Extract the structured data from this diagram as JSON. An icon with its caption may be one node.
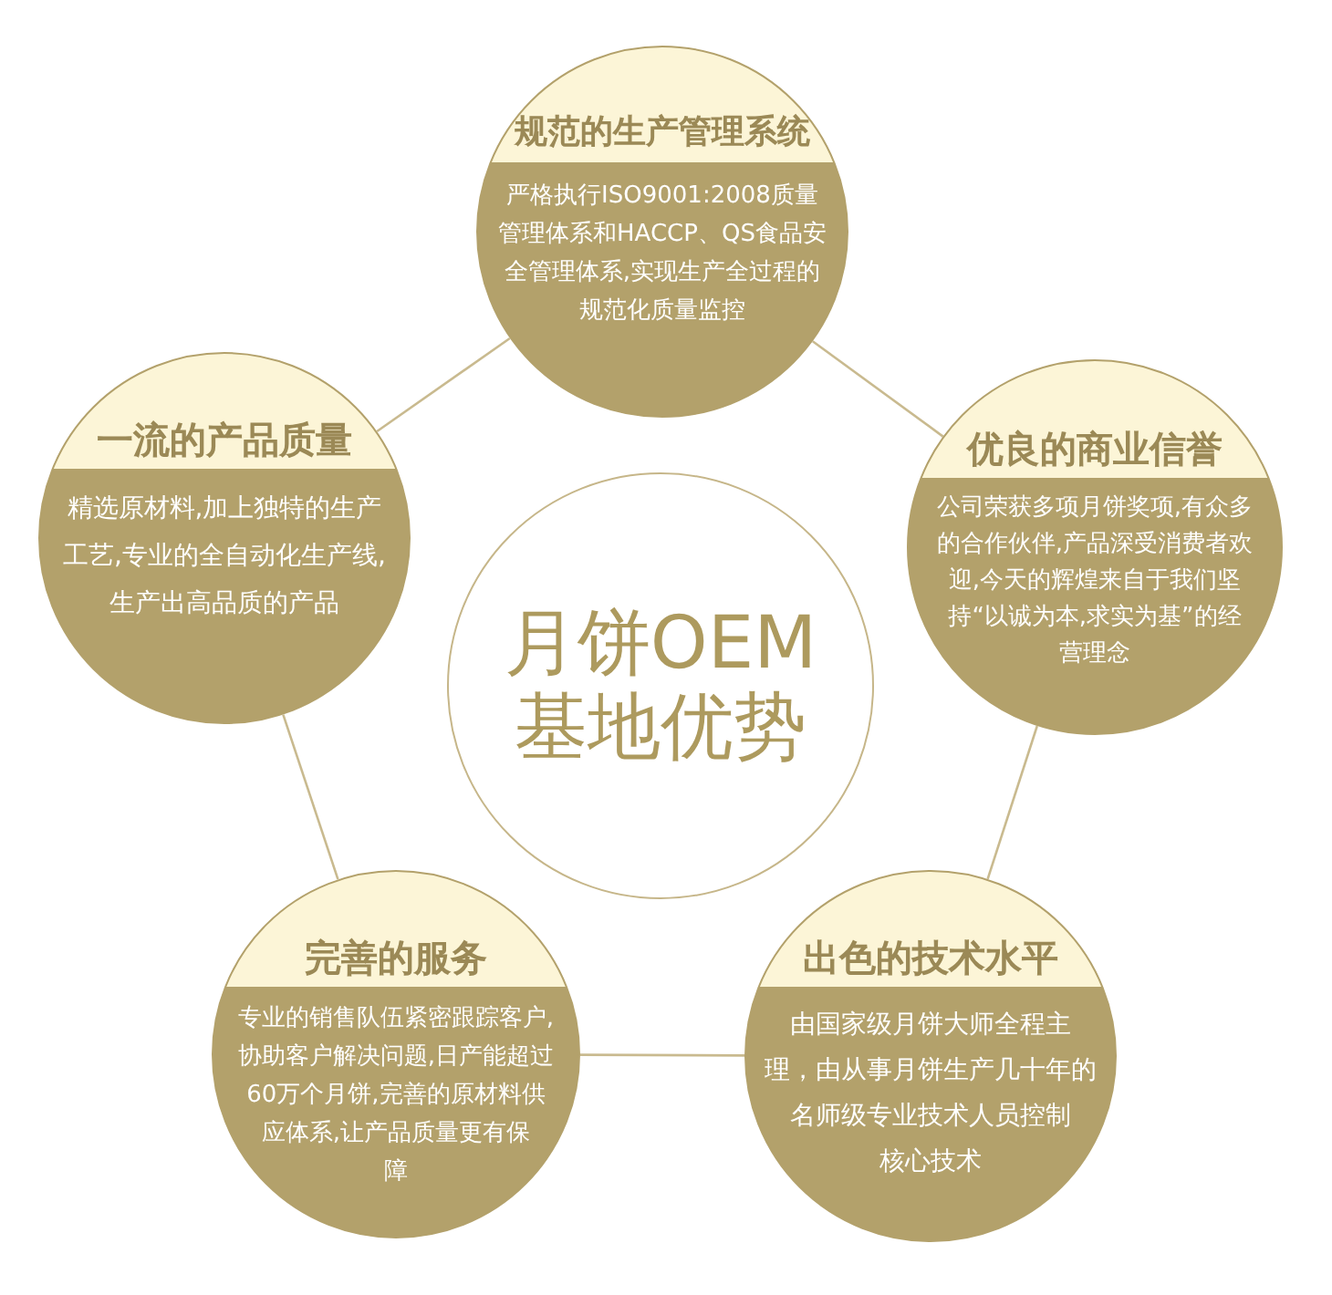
{
  "diagram": {
    "nodes": [
      {
        "text": [
          "规范的生产管理系统",
          "严格执行ISO9001:2008质量管理体系和HACCP、QS食品安全管理体系,实现生产全过程的规范化质量监控"
        ]
      },
      {
        "text": [
          "一流的产品质量",
          "精选原材料,加上独特的生产工艺,专业的全自动化生产线,生产出高品质的产品"
        ]
      },
      {
        "text": [
          "月饼OEM基地优势"
        ]
      },
      {
        "text": [
          "优良的商业信誉",
          "公司荣获多项月饼奖项,有众多的合作伙伴,产品深受消费者欢迎,今天的辉煌来自于我们坚持“以诚为本,求实为基”的经营理念"
        ]
      },
      {
        "text": [
          "完善的服务",
          "专业的销售队伍紧密跟踪客户,协助客户解决问题,日产能超过60万个月饼,完善的原材料供应体系,让产品质量更有保障"
        ]
      },
      {
        "text": [
          "出色的技术水平",
          "由国家级月饼大师全程主理，由从事月饼生产几十年的名师级专业技术人员控制核心技术"
        ]
      }
    ],
    "edges": [
      {
        "from": 0,
        "to": 1,
        "arrow": "none"
      },
      {
        "from": 0,
        "to": 3,
        "arrow": "none"
      },
      {
        "from": 1,
        "to": 4,
        "arrow": "none"
      },
      {
        "from": 3,
        "to": 5,
        "arrow": "none"
      },
      {
        "from": 4,
        "to": 5,
        "arrow": "none"
      }
    ]
  }
}
